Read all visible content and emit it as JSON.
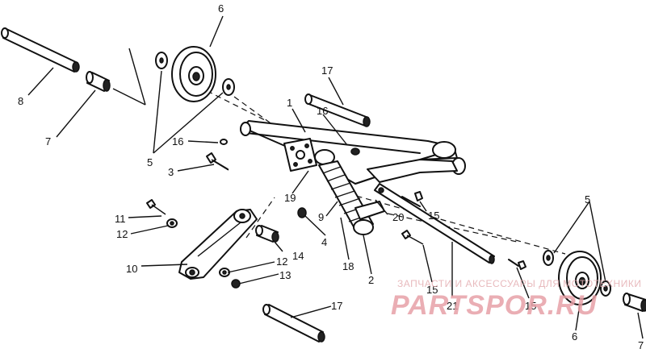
{
  "labels": {
    "1": "1",
    "2": "2",
    "3": "3",
    "4": "4",
    "5": "5",
    "6": "6",
    "7": "7",
    "8": "8",
    "9": "9",
    "10": "10",
    "11": "11",
    "12": "12",
    "13": "13",
    "14": "14",
    "15": "15",
    "16": "16",
    "17": "17",
    "18": "18",
    "19": "19",
    "20": "20",
    "21": "21"
  },
  "watermark": {
    "caption": "ЗАПЧАСТИ И АКСЕССУАРЫ ДЛЯ МОТОТЕХНИКИ",
    "brand": "PARTSPOR.RU",
    "color": "#e7a1a7"
  },
  "colors": {
    "line": "#111111",
    "background": "#ffffff"
  }
}
